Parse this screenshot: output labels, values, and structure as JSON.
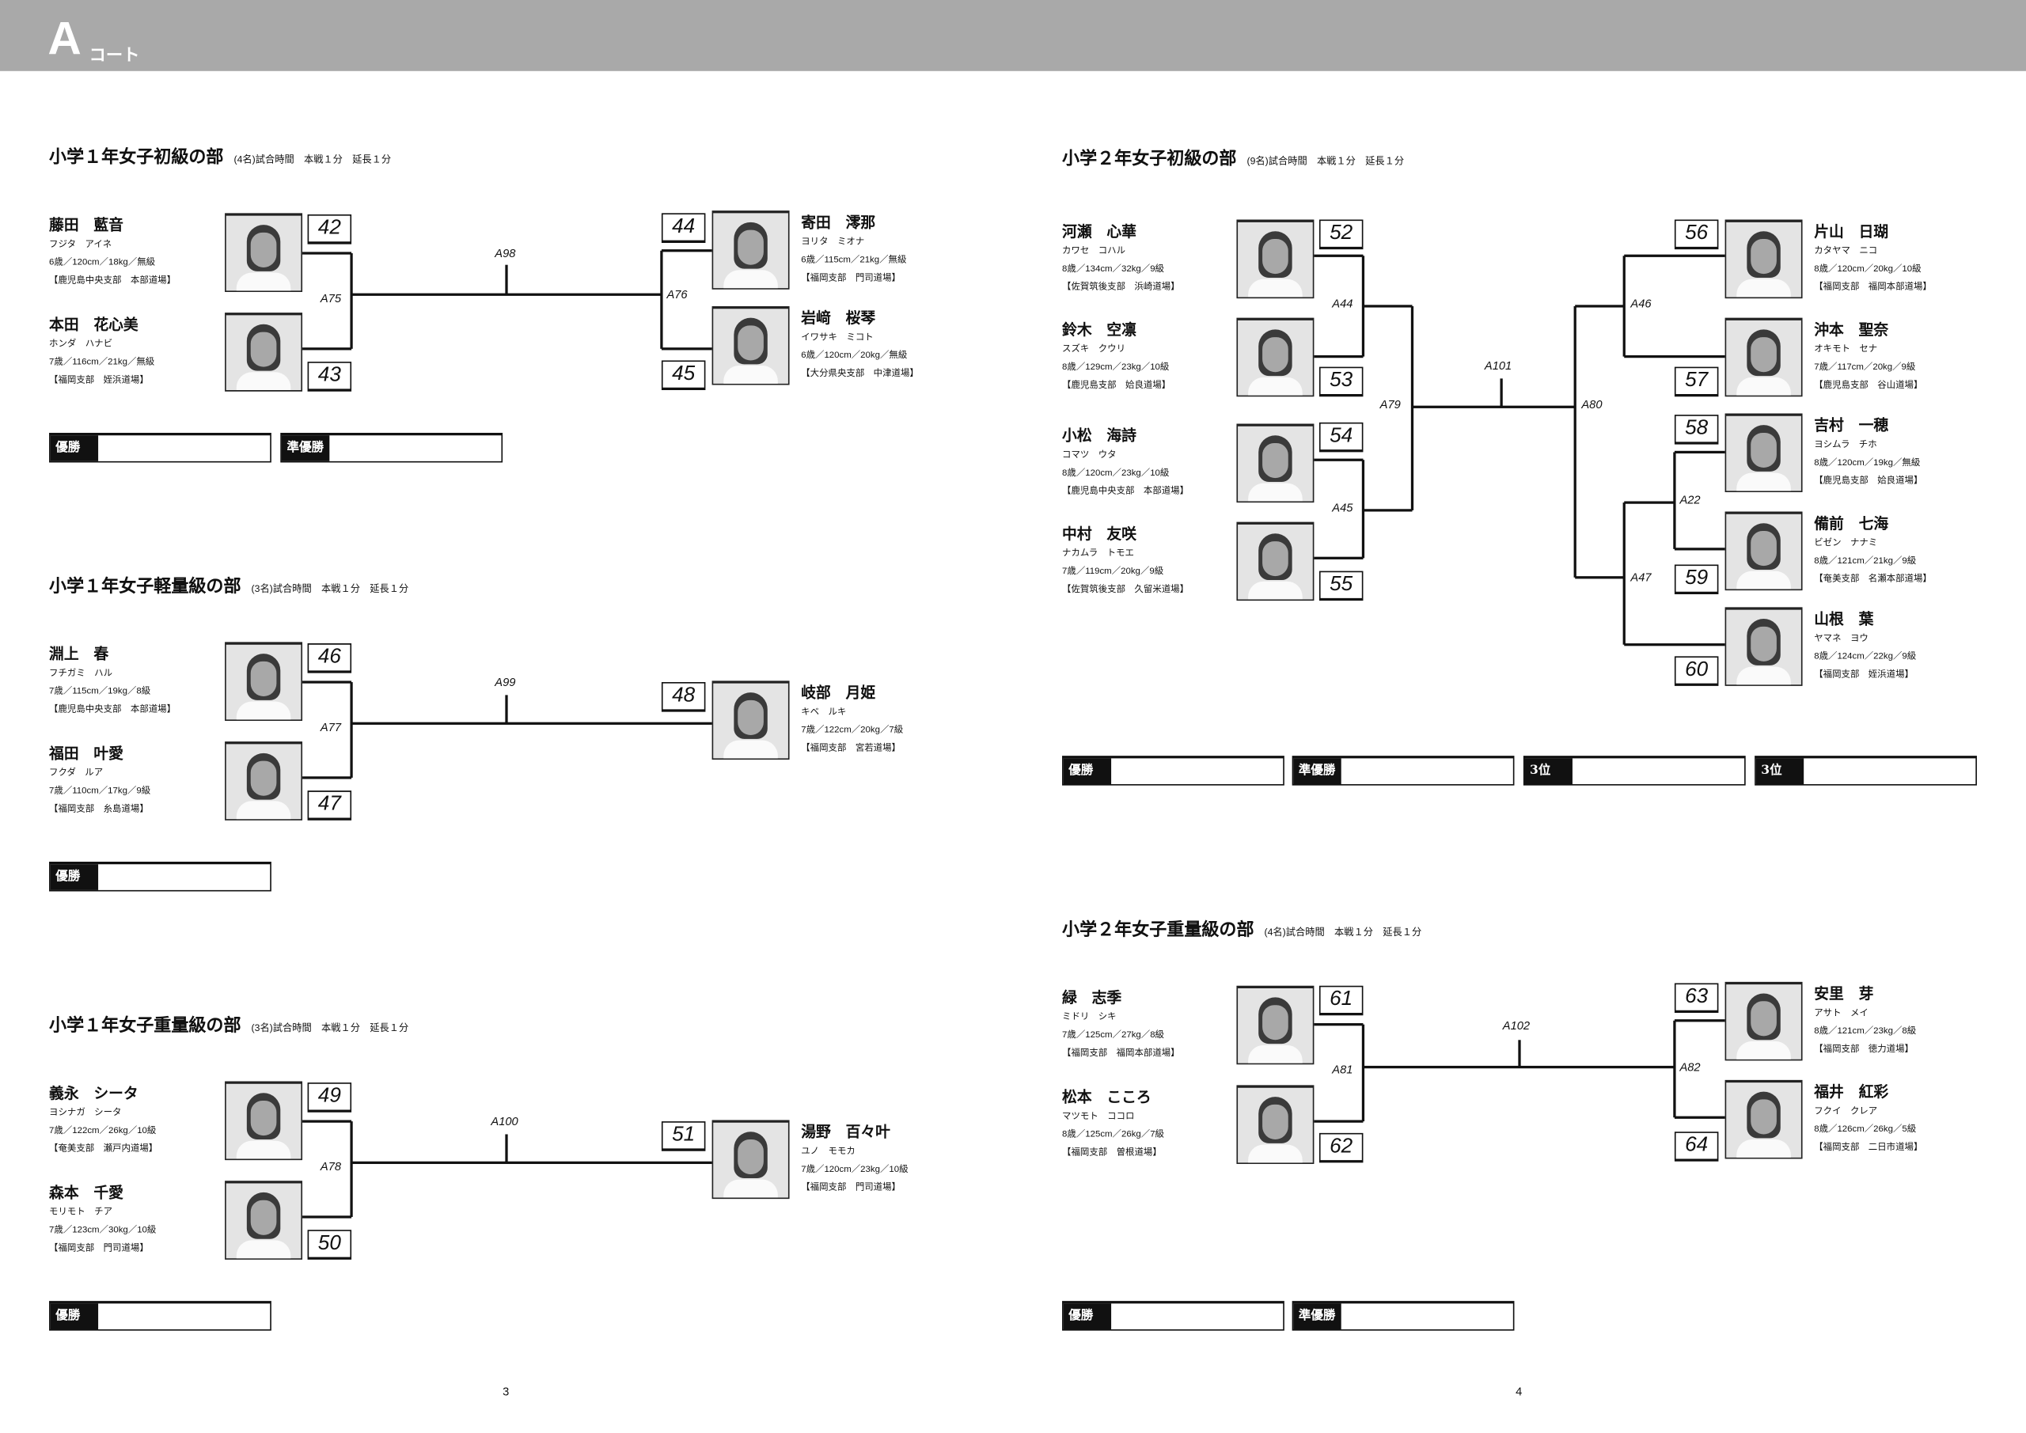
{
  "header": {
    "court_letter": "A",
    "court_label": "コート"
  },
  "divisions": [
    {
      "title": "小学１年女子初級の部",
      "meta": "(4名)試合時間　本戦１分　延長１分",
      "players": [
        {
          "number": "42",
          "name": "藤田　藍音",
          "kana": "フジタ　アイネ",
          "stats": "6歳／120cm／18kg／無級",
          "dojo": "【鹿児島中央支部　本部道場】"
        },
        {
          "number": "43",
          "name": "本田　花心美",
          "kana": "ホンダ　ハナビ",
          "stats": "7歳／116cm／21kg／無級",
          "dojo": "【福岡支部　姪浜道場】"
        },
        {
          "number": "44",
          "name": "寄田　澪那",
          "kana": "ヨリタ　ミオナ",
          "stats": "6歳／115cm／21kg／無級",
          "dojo": "【福岡支部　門司道場】"
        },
        {
          "number": "45",
          "name": "岩﨑　桜琴",
          "kana": "イワサキ　ミコト",
          "stats": "6歳／120cm／20kg／無級",
          "dojo": "【大分県央支部　中津道場】"
        }
      ],
      "matches": [
        "A75",
        "A98",
        "A76"
      ],
      "results": [
        "優勝",
        "準優勝"
      ]
    },
    {
      "title": "小学１年女子軽量級の部",
      "meta": "(3名)試合時間　本戦１分　延長１分",
      "players": [
        {
          "number": "46",
          "name": "淵上　春",
          "kana": "フチガミ　ハル",
          "stats": "7歳／115cm／19kg／8級",
          "dojo": "【鹿児島中央支部　本部道場】"
        },
        {
          "number": "47",
          "name": "福田　叶愛",
          "kana": "フクダ　ルア",
          "stats": "7歳／110cm／17kg／9級",
          "dojo": "【福岡支部　糸島道場】"
        },
        {
          "number": "48",
          "name": "岐部　月姫",
          "kana": "キベ　ルキ",
          "stats": "7歳／122cm／20kg／7級",
          "dojo": "【福岡支部　宮若道場】"
        }
      ],
      "matches": [
        "A77",
        "A99"
      ],
      "results": [
        "優勝"
      ]
    },
    {
      "title": "小学１年女子重量級の部",
      "meta": "(3名)試合時間　本戦１分　延長１分",
      "players": [
        {
          "number": "49",
          "name": "義永　シータ",
          "kana": "ヨシナガ　シータ",
          "stats": "7歳／122cm／26kg／10級",
          "dojo": "【奄美支部　瀬戸内道場】"
        },
        {
          "number": "50",
          "name": "森本　千愛",
          "kana": "モリモト　チア",
          "stats": "7歳／123cm／30kg／10級",
          "dojo": "【福岡支部　門司道場】"
        },
        {
          "number": "51",
          "name": "湯野　百々叶",
          "kana": "ユノ　モモカ",
          "stats": "7歳／120cm／23kg／10級",
          "dojo": "【福岡支部　門司道場】"
        }
      ],
      "matches": [
        "A78",
        "A100"
      ],
      "results": [
        "優勝"
      ]
    },
    {
      "title": "小学２年女子初級の部",
      "meta": "(9名)試合時間　本戦１分　延長１分",
      "players": [
        {
          "number": "52",
          "name": "河瀬　心華",
          "kana": "カワセ　コハル",
          "stats": "8歳／134cm／32kg／9級",
          "dojo": "【佐賀筑後支部　浜崎道場】"
        },
        {
          "number": "53",
          "name": "鈴木　空凛",
          "kana": "スズキ　クウリ",
          "stats": "8歳／129cm／23kg／10級",
          "dojo": "【鹿児島支部　姶良道場】"
        },
        {
          "number": "54",
          "name": "小松　海詩",
          "kana": "コマツ　ウタ",
          "stats": "8歳／120cm／23kg／10級",
          "dojo": "【鹿児島中央支部　本部道場】"
        },
        {
          "number": "55",
          "name": "中村　友咲",
          "kana": "ナカムラ　トモエ",
          "stats": "7歳／119cm／20kg／9級",
          "dojo": "【佐賀筑後支部　久留米道場】"
        },
        {
          "number": "56",
          "name": "片山　日瑚",
          "kana": "カタヤマ　ニコ",
          "stats": "8歳／120cm／20kg／10級",
          "dojo": "【福岡支部　福岡本部道場】"
        },
        {
          "number": "57",
          "name": "沖本　聖奈",
          "kana": "オキモト　セナ",
          "stats": "7歳／117cm／20kg／9級",
          "dojo": "【鹿児島支部　谷山道場】"
        },
        {
          "number": "58",
          "name": "吉村　一穂",
          "kana": "ヨシムラ　チホ",
          "stats": "8歳／120cm／19kg／無級",
          "dojo": "【鹿児島支部　姶良道場】"
        },
        {
          "number": "59",
          "name": "備前　七海",
          "kana": "ビゼン　ナナミ",
          "stats": "8歳／121cm／21kg／9級",
          "dojo": "【奄美支部　名瀬本部道場】"
        },
        {
          "number": "60",
          "name": "山根　葉",
          "kana": "ヤマネ　ヨウ",
          "stats": "8歳／124cm／22kg／9級",
          "dojo": "【福岡支部　姪浜道場】"
        }
      ],
      "matches": [
        "A44",
        "A45",
        "A79",
        "A101",
        "A80",
        "A46",
        "A22",
        "A47"
      ],
      "results": [
        "優勝",
        "準優勝",
        "3位",
        "3位"
      ]
    },
    {
      "title": "小学２年女子重量級の部",
      "meta": "(4名)試合時間　本戦１分　延長１分",
      "players": [
        {
          "number": "61",
          "name": "緑　志季",
          "kana": "ミドリ　シキ",
          "stats": "7歳／125cm／27kg／8級",
          "dojo": "【福岡支部　福岡本部道場】"
        },
        {
          "number": "62",
          "name": "松本　こころ",
          "kana": "マツモト　ココロ",
          "stats": "8歳／125cm／26kg／7級",
          "dojo": "【福岡支部　曽根道場】"
        },
        {
          "number": "63",
          "name": "安里　芽",
          "kana": "アサト　メイ",
          "stats": "8歳／121cm／23kg／8級",
          "dojo": "【福岡支部　徳力道場】"
        },
        {
          "number": "64",
          "name": "福井　紅彩",
          "kana": "フクイ　クレア",
          "stats": "8歳／126cm／26kg／5級",
          "dojo": "【福岡支部　二日市道場】"
        }
      ],
      "matches": [
        "A81",
        "A102",
        "A82"
      ],
      "results": [
        "優勝",
        "準優勝"
      ]
    }
  ],
  "page_numbers": [
    "3",
    "4"
  ]
}
